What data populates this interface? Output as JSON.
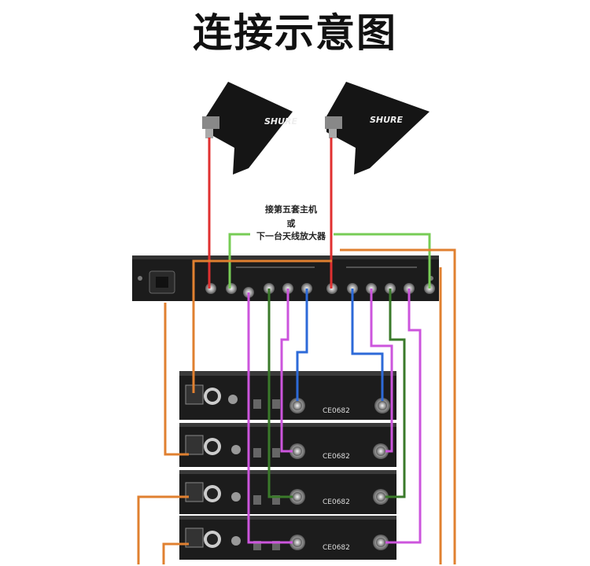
{
  "title": "连接示意图",
  "note": {
    "line1": "接第五套主机",
    "line2": "或",
    "line3": "下一台天线放大器"
  },
  "antennas": [
    {
      "brand": "SHURE"
    },
    {
      "brand": "SHURE"
    }
  ],
  "receivers": [
    {
      "ce_mark": "CE0682"
    },
    {
      "ce_mark": "CE0682"
    },
    {
      "ce_mark": "CE0682"
    },
    {
      "ce_mark": "CE0682"
    }
  ],
  "colors": {
    "red": "#e03030",
    "green": "#77cc55",
    "purple": "#cc55dd",
    "dark_green": "#3a7a2a",
    "blue": "#2d6ad8",
    "orange": "#e08030",
    "chassis": "#1c1c1c"
  }
}
